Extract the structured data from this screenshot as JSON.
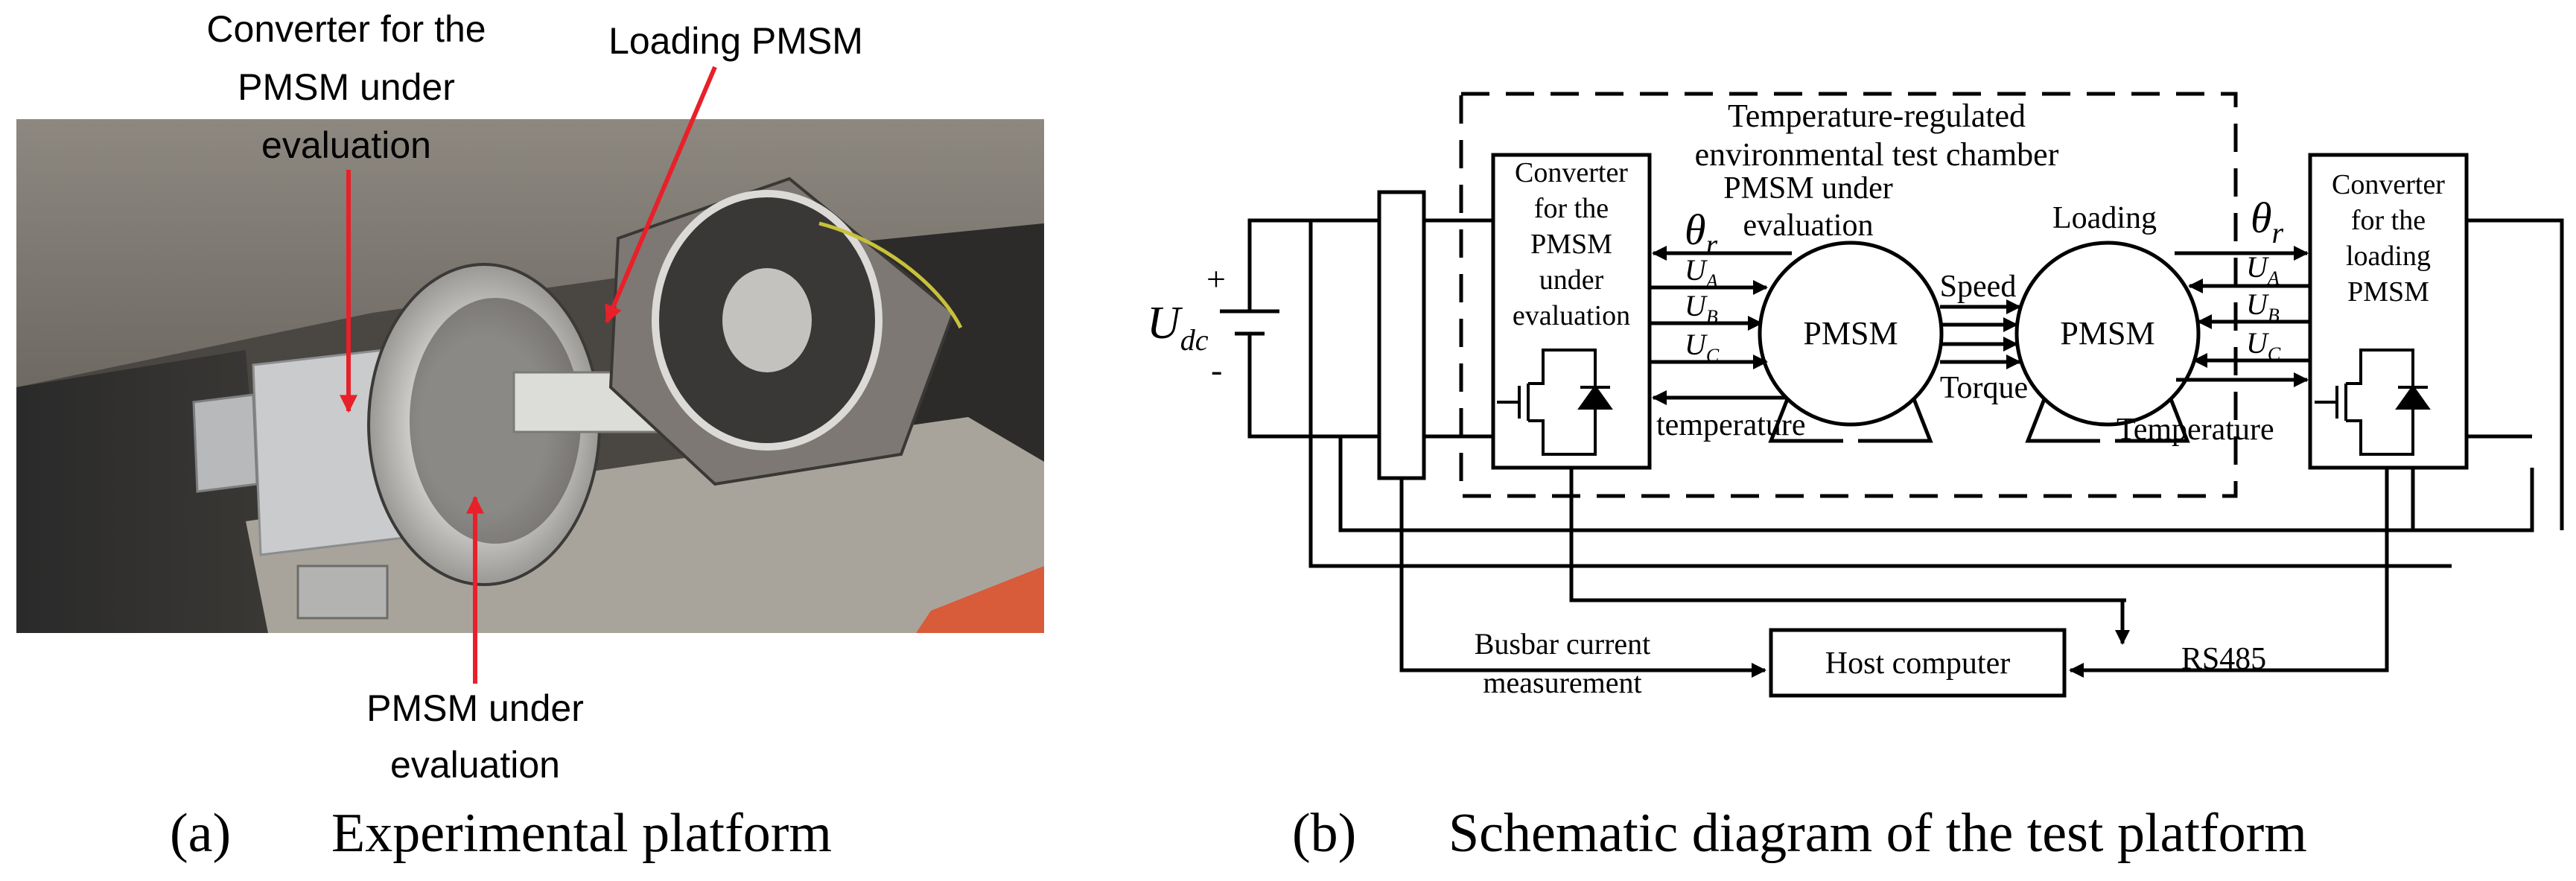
{
  "panel_a": {
    "labels": {
      "converter": [
        "Converter for the",
        "PMSM under",
        "evaluation"
      ],
      "loading": "Loading PMSM",
      "pmsm": [
        "PMSM under",
        "evaluation"
      ]
    },
    "caption_letter": "(a)",
    "caption_text": "Experimental platform"
  },
  "panel_b": {
    "chamber": [
      "Temperature-regulated",
      "environmental test chamber"
    ],
    "left_converter": [
      "Converter",
      "for the",
      "PMSM",
      "under",
      "evaluation"
    ],
    "right_converter": [
      "Converter",
      "for the",
      "loading",
      "PMSM"
    ],
    "pmsm_eval_label": [
      "PMSM under",
      "evaluation"
    ],
    "loading_label": "Loading",
    "motor_label": "PMSM",
    "theta": "θ",
    "theta_sub": "r",
    "U": "U",
    "sub_a": "A",
    "sub_b": "B",
    "sub_c": "C",
    "speed": "Speed",
    "torque": "Torque",
    "temperature_left": "temperature",
    "temperature_right": "Temperature",
    "udc": "U",
    "udc_sub": "dc",
    "plus": "+",
    "minus": "-",
    "host": "Host computer",
    "busbar": [
      "Busbar current",
      "measurement"
    ],
    "rs485": "RS485",
    "caption_letter": "(b)",
    "caption_text": "Schematic diagram of the test platform"
  },
  "colors": {
    "annotation_arrow": "#e8202a",
    "line": "#000000"
  }
}
